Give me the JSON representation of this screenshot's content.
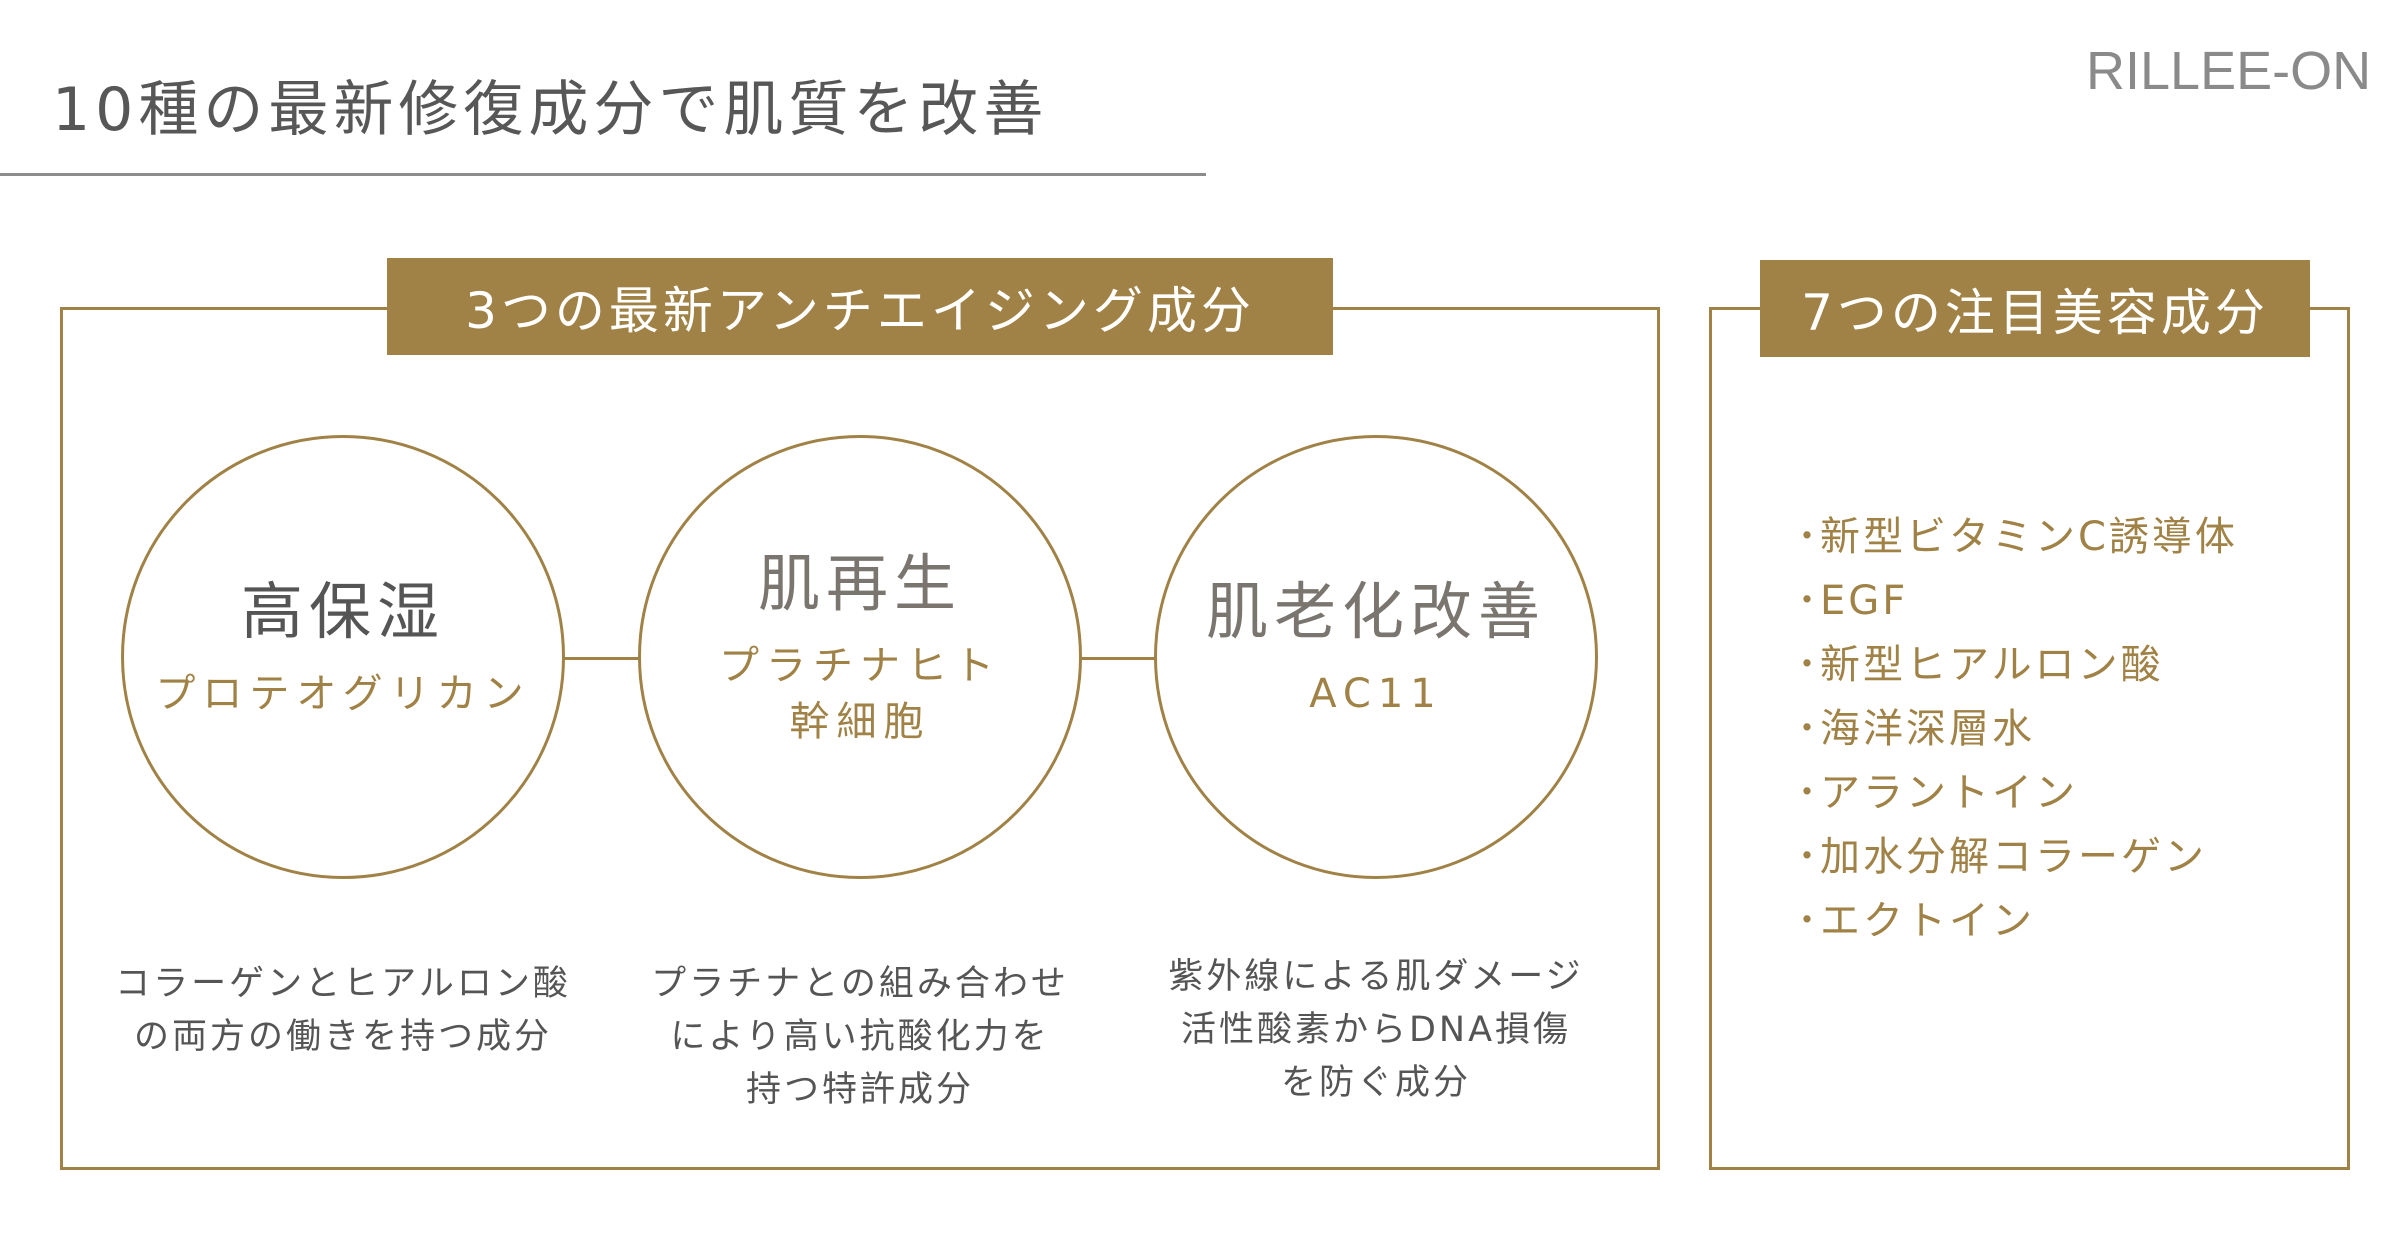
{
  "header": {
    "title": "10種の最新修復成分で肌質を改善",
    "logo": "RILLEE-ON"
  },
  "colors": {
    "accent": "#A08246",
    "title_text": "#555555",
    "rule": "#8c8c8c",
    "logo": "#8a8a8a"
  },
  "anti_aging": {
    "heading": "3つの最新アンチエイジング成分",
    "items": [
      {
        "title": "高保湿",
        "ingredient": "プロテオグリカン",
        "description": "コラーゲンとヒアルロン酸\nの両方の働きを持つ成分"
      },
      {
        "title": "肌再生",
        "ingredient": "プラチナヒト\n幹細胞",
        "description": "プラチナとの組み合わせ\nにより高い抗酸化力を\n持つ特許成分"
      },
      {
        "title": "肌老化改善",
        "ingredient": "AC11",
        "description": "紫外線による肌ダメージ\n活性酸素からDNA損傷\nを防ぐ成分"
      }
    ]
  },
  "beauty": {
    "heading": "7つの注目美容成分",
    "bullet": "・",
    "items": [
      "新型ビタミンC誘導体",
      "EGF",
      "新型ヒアルロン酸",
      "海洋深層水",
      "アラントイン",
      "加水分解コラーゲン",
      "エクトイン"
    ]
  }
}
